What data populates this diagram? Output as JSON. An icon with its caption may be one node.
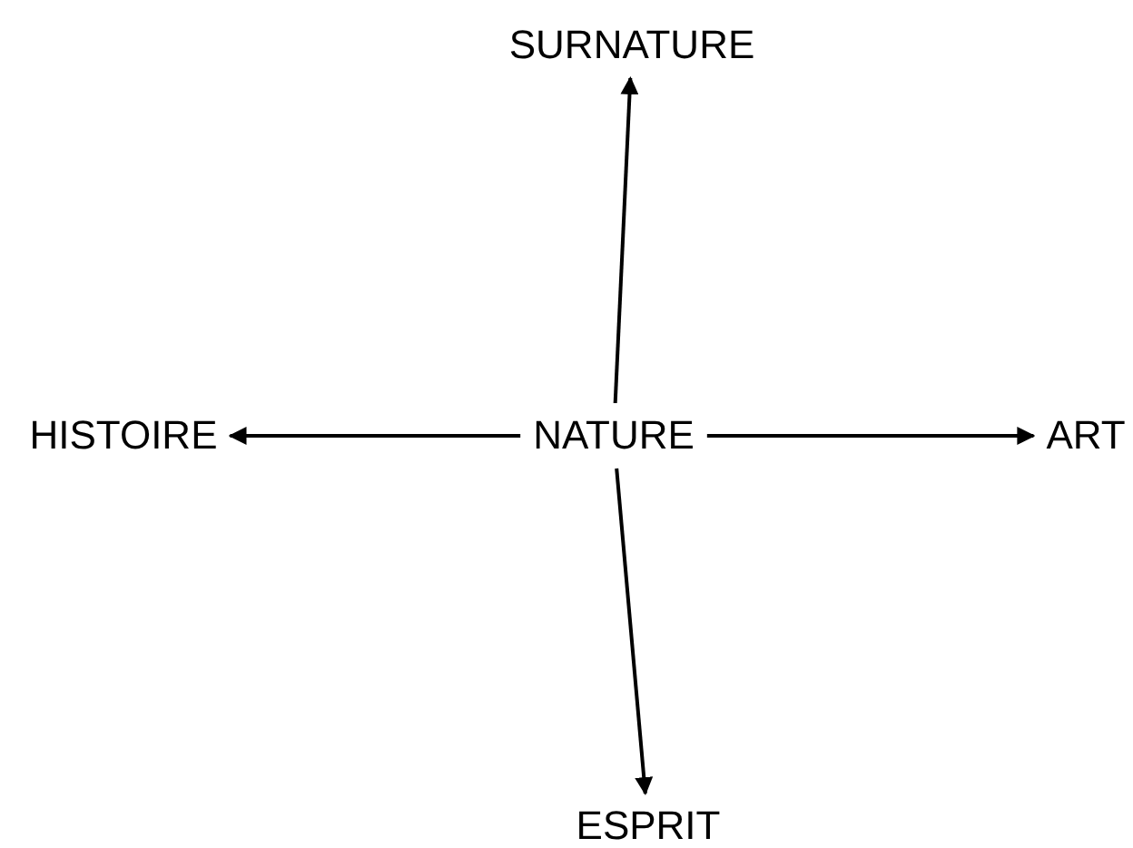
{
  "diagram": {
    "nodes": [
      {
        "text": [
          "SURNATURE"
        ]
      },
      {
        "text": [
          "HISTOIRE"
        ]
      },
      {
        "text": [
          "NATURE"
        ]
      },
      {
        "text": [
          "ART"
        ]
      },
      {
        "text": [
          "ESPRIT"
        ]
      }
    ],
    "edges": [
      {
        "from": 2,
        "to": 0,
        "arrow": "to"
      },
      {
        "from": 2,
        "to": 1,
        "arrow": "to"
      },
      {
        "from": 2,
        "to": 3,
        "arrow": "to"
      },
      {
        "from": 2,
        "to": 4,
        "arrow": "to"
      }
    ]
  }
}
